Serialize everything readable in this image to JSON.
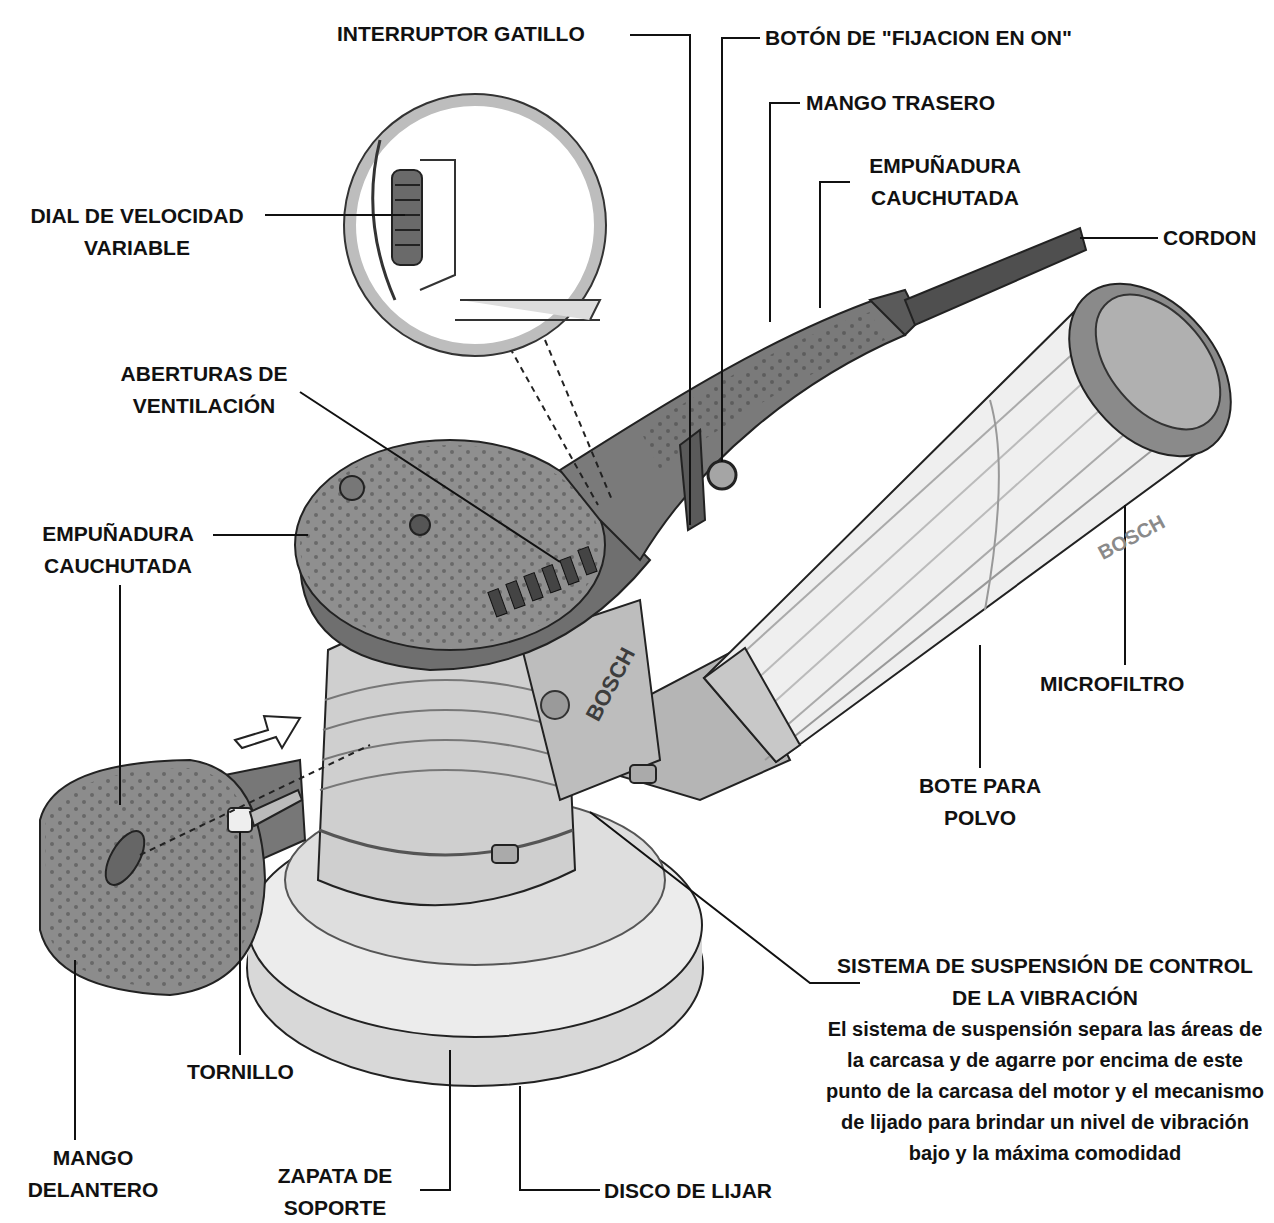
{
  "diagram": {
    "labels": [
      "INTERRUPTOR GATILLO",
      "BOTÓN DE \"FIJACION EN ON\"",
      "MANGO TRASERO",
      "EMPUÑADURA CAUCHUTADA",
      "CORDON",
      "DIAL DE VELOCIDAD VARIABLE",
      "ABERTURAS DE VENTILACIÓN",
      "EMPUÑADURA CAUCHUTADA",
      "MICROFILTRO",
      "BOTE PARA POLVO",
      "SISTEMA DE SUSPENSIÓN DE CONTROL DE LA VIBRACIÓN",
      "El sistema de suspensión separa las áreas de la carcasa y de agarre por encima de este punto de la carcasa del motor y el mecanismo de lijado para brindar un nivel de vibración bajo y la máxima comodidad",
      "TORNILLO",
      "MANGO DELANTERO",
      "ZAPATA DE SOPORTE",
      "DISCO DE LIJAR",
      "BOSCH",
      "BOSCH"
    ]
  }
}
